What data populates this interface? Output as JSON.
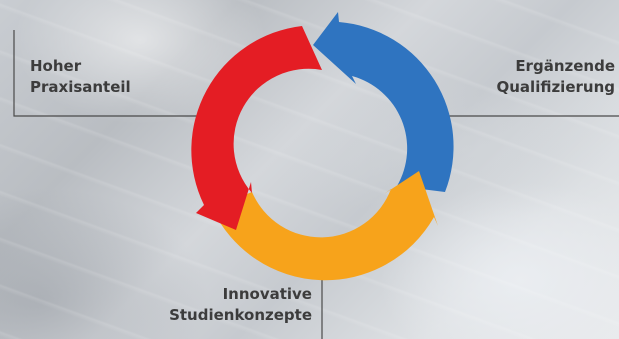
{
  "diagram": {
    "segments": [
      {
        "id": "praxis",
        "label_line1": "Hoher",
        "label_line2": "Praxisanteil",
        "color": "#e41d24"
      },
      {
        "id": "qualifizierung",
        "label_line1": "Ergänzende",
        "label_line2": "Qualifizierung",
        "color": "#2f74c0"
      },
      {
        "id": "studienkonzepte",
        "label_line1": "Innovative",
        "label_line2": "Studienkonzepte",
        "color": "#f7a31b"
      }
    ],
    "leader_line_color": "#4a4a4a",
    "text_color": "#3c3c3c"
  }
}
